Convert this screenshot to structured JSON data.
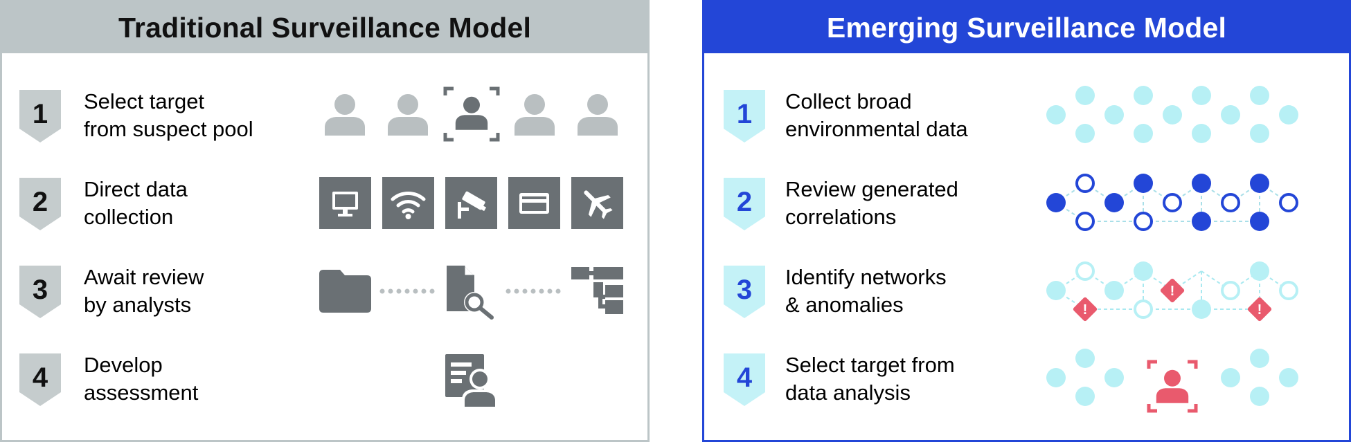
{
  "left_panel": {
    "title": "Traditional Surveillance Model",
    "steps": [
      {
        "number": "1",
        "label": "Select target\nfrom suspect pool"
      },
      {
        "number": "2",
        "label": "Direct data\ncollection"
      },
      {
        "number": "3",
        "label": "Await review\nby analysts"
      },
      {
        "number": "4",
        "label": "Develop\nassessment"
      }
    ],
    "step2_icons": [
      "monitor-icon",
      "wifi-icon",
      "cctv-camera-icon",
      "credit-card-icon",
      "airplane-icon"
    ],
    "step3_icons": [
      "folder-icon",
      "document-search-icon",
      "hierarchy-icon"
    ],
    "step4_icons": [
      "report-person-icon"
    ]
  },
  "right_panel": {
    "title": "Emerging Surveillance Model",
    "steps": [
      {
        "number": "1",
        "label": "Collect broad\nenvironmental data"
      },
      {
        "number": "2",
        "label": "Review generated\ncorrelations"
      },
      {
        "number": "3",
        "label": "Identify networks\n& anomalies"
      },
      {
        "number": "4",
        "label": "Select target from\ndata analysis"
      }
    ],
    "anomaly_marker": "!"
  },
  "colors": {
    "gray_header": "#bcc5c7",
    "gray_icon": "#6a7074",
    "gray_badge": "#c5cccd",
    "blue_header": "#2346d7",
    "navy_text": "#151a5a",
    "light_cyan": "#b7f0f5",
    "badge_cyan": "#c4f2f7",
    "alert_red": "#e95a6d"
  }
}
